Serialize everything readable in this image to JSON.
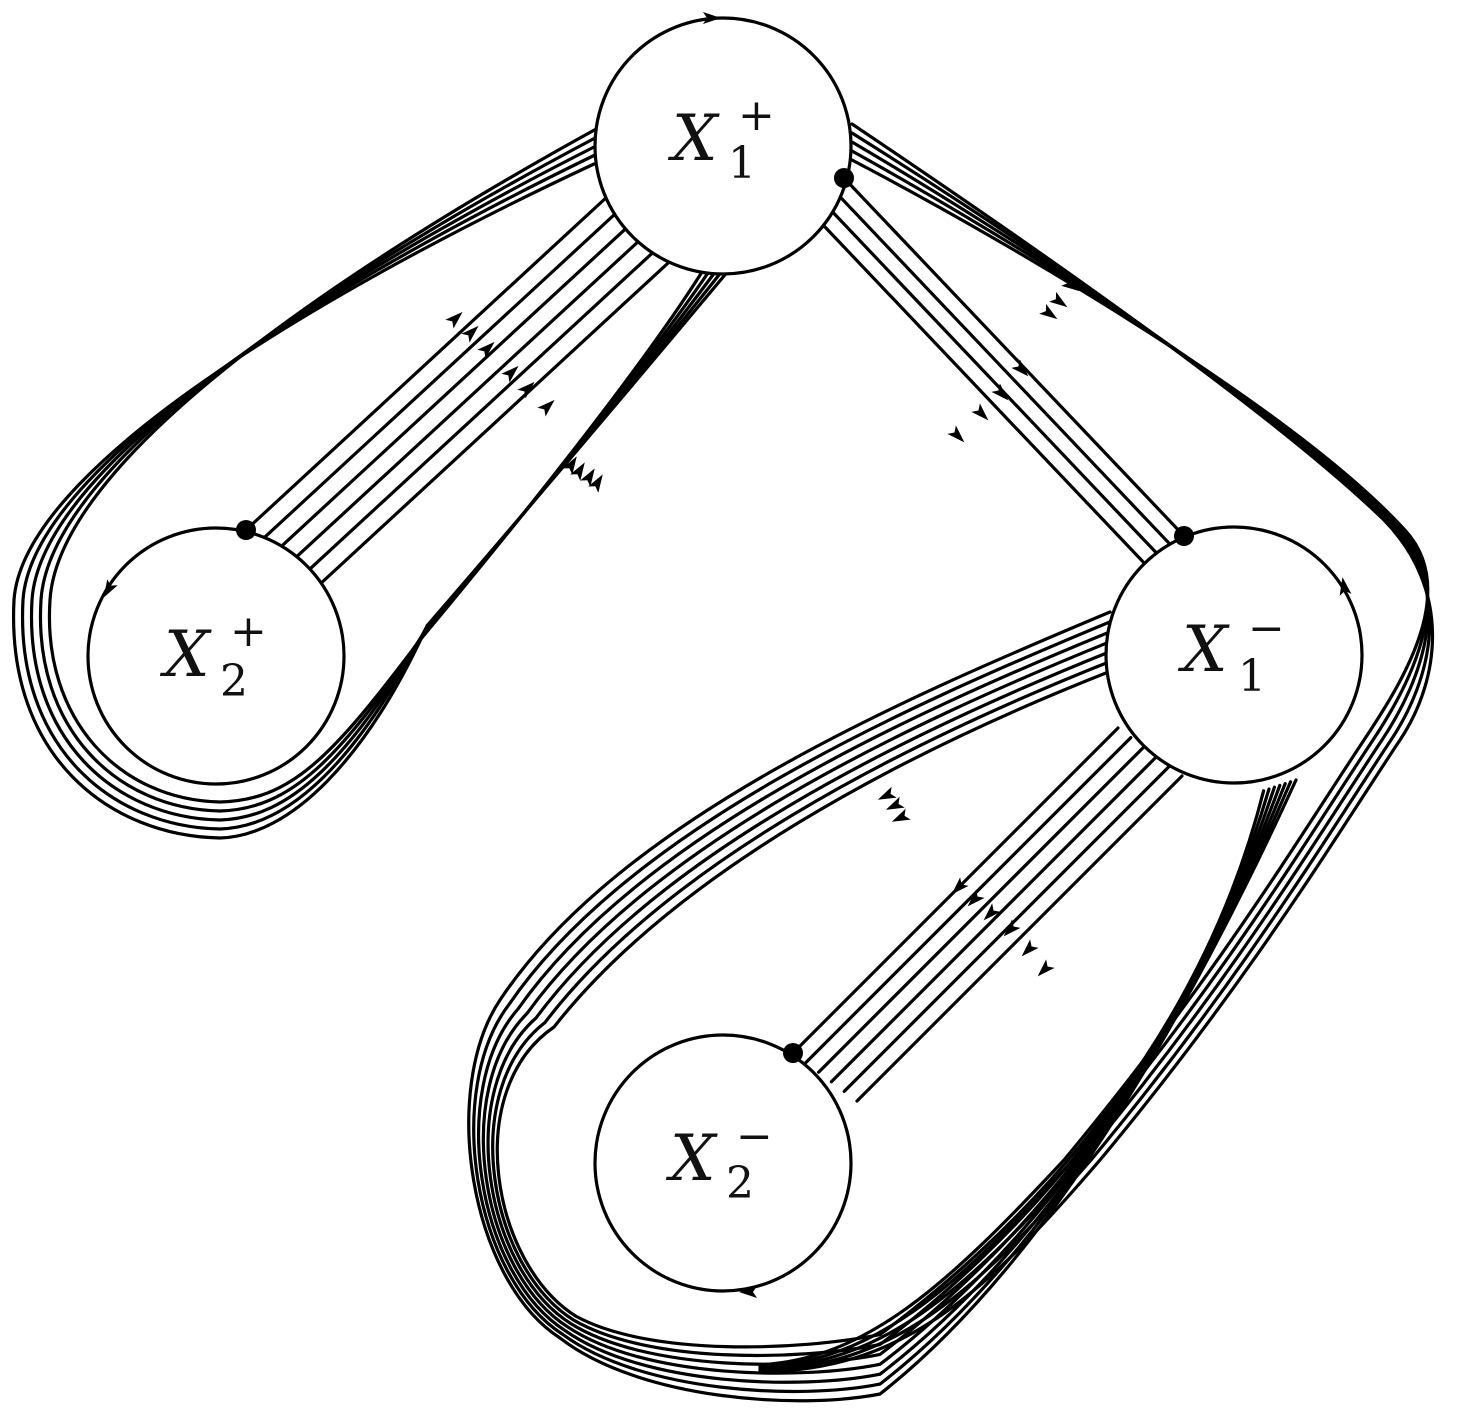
{
  "colors": {
    "stroke": "#000000",
    "background": "#ffffff"
  },
  "nodes": {
    "x1_plus": {
      "symbol": "X",
      "sub": "1",
      "sup": "+"
    },
    "x2_plus": {
      "symbol": "X",
      "sub": "2",
      "sup": "+"
    },
    "x1_minus": {
      "symbol": "X",
      "sub": "1",
      "sup": "−"
    },
    "x2_minus": {
      "symbol": "X",
      "sub": "2",
      "sup": "−"
    }
  },
  "edges": [
    {
      "from": "X2+",
      "to": "X1+",
      "kind": "straight",
      "strands": 6
    },
    {
      "from": "X1+",
      "to": "X1-",
      "kind": "straight",
      "strands": 4
    },
    {
      "from": "X1-",
      "to": "X2-",
      "kind": "straight",
      "strands": 6
    },
    {
      "from": "X1+",
      "to": "X2+",
      "kind": "loop",
      "strands": 5
    },
    {
      "from": "X1+",
      "to": "X1-",
      "kind": "loop",
      "strands": 5
    },
    {
      "from": "X1-",
      "to": "X2-",
      "kind": "loop",
      "strands": 7
    }
  ]
}
